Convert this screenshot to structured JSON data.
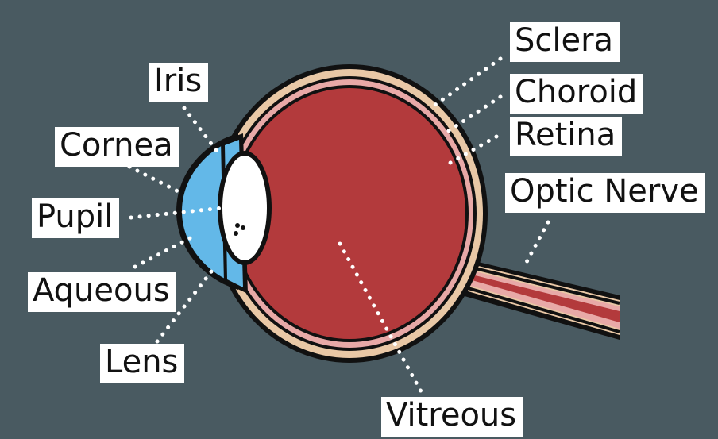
{
  "diagram": {
    "labels": {
      "sclera": "Sclera",
      "choroid": "Choroid",
      "retina": "Retina",
      "optic_nerve": "Optic Nerve",
      "iris": "Iris",
      "cornea": "Cornea",
      "pupil": "Pupil",
      "aqueous": "Aqueous",
      "lens": "Lens",
      "vitreous": "Vitreous"
    },
    "colors": {
      "background": "#495a61",
      "sclera": "#e9c8a6",
      "choroid": "#e8a9a7",
      "vitreous": "#b33a3c",
      "cornea": "#63b8e8",
      "lens": "#ffffff",
      "outline": "#111111",
      "leader_dots": "#ffffff"
    }
  }
}
